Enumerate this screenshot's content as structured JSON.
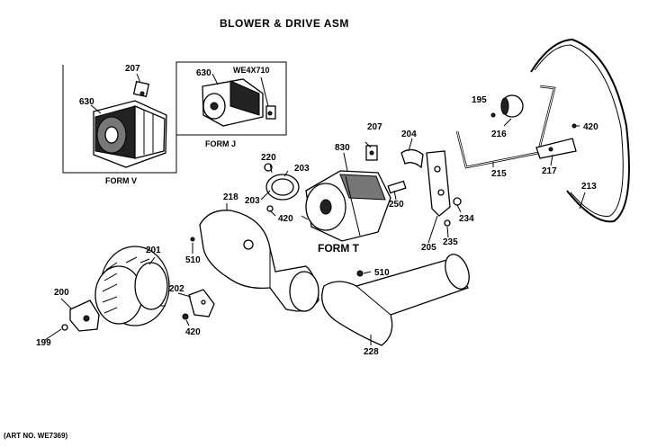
{
  "title": "BLOWER & DRIVE ASM",
  "art_number": "(ART NO. WE7369)",
  "form_labels": {
    "form_v": "FORM V",
    "form_j": "FORM J",
    "form_t": "FORM T",
    "part_we4x710": "WE4X710"
  },
  "part_numbers": {
    "p630_v": "630",
    "p207_v": "207",
    "p630_j": "630",
    "p207_t": "207",
    "p830": "830",
    "p220": "220",
    "p203_top": "203",
    "p203_left": "203",
    "p420_mid": "420",
    "p204": "204",
    "p250": "250",
    "p234": "234",
    "p205": "205",
    "p235": "235",
    "p195": "195",
    "p216": "216",
    "p420_right": "420",
    "p217": "217",
    "p215": "215",
    "p213": "213",
    "p218": "218",
    "p201": "201",
    "p510_left": "510",
    "p510_right": "510",
    "p200": "200",
    "p202": "202",
    "p199": "199",
    "p420_bottom": "420",
    "p228": "228"
  }
}
